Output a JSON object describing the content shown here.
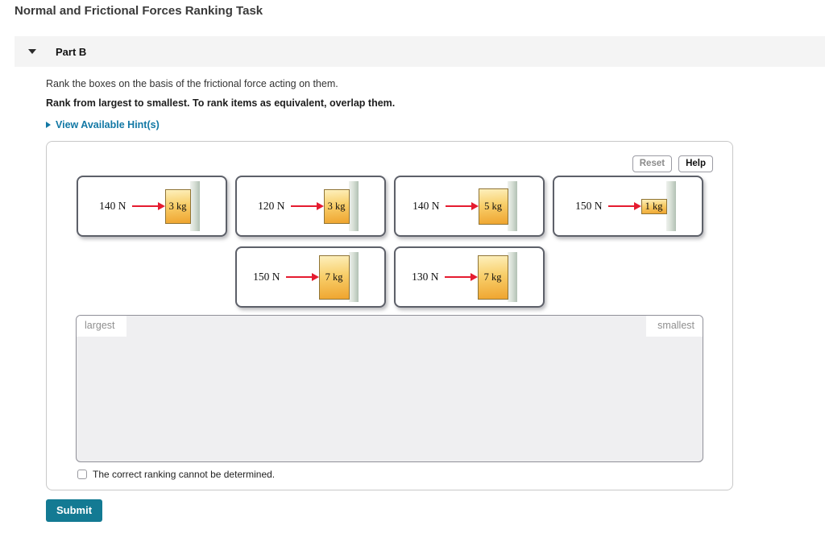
{
  "page_title": "Normal and Frictional Forces Ranking Task",
  "part_header": {
    "label": "Part B"
  },
  "instructions": {
    "prompt": "Rank the boxes on the basis of the frictional force acting on them.",
    "rule": "Rank from largest to smallest. To rank items as equivalent, overlap them.",
    "hint_link": "View Available Hint(s)"
  },
  "toolbar": {
    "reset": "Reset",
    "help": "Help"
  },
  "cards": [
    {
      "force": "140 N",
      "mass": "3 kg",
      "mass_kg": 3,
      "row": 1
    },
    {
      "force": "120 N",
      "mass": "3 kg",
      "mass_kg": 3,
      "row": 1
    },
    {
      "force": "140 N",
      "mass": "5 kg",
      "mass_kg": 5,
      "row": 1
    },
    {
      "force": "150 N",
      "mass": "1 kg",
      "mass_kg": 1,
      "row": 1
    },
    {
      "force": "150 N",
      "mass": "7 kg",
      "mass_kg": 7,
      "row": 2
    },
    {
      "force": "130 N",
      "mass": "7 kg",
      "mass_kg": 7,
      "row": 2
    }
  ],
  "ranking_area": {
    "left_label": "largest",
    "right_label": "smallest"
  },
  "footer": {
    "checkbox_label": "The correct ranking cannot be determined.",
    "checkbox_checked": false,
    "submit_label": "Submit"
  },
  "colors": {
    "link": "#1278a5",
    "arrow": "#e51c30",
    "submit_bg": "#137a93",
    "box_gradient_top": "#fdf0bd",
    "box_gradient_bottom": "#efa42e",
    "wall": "#b2c1b4"
  }
}
